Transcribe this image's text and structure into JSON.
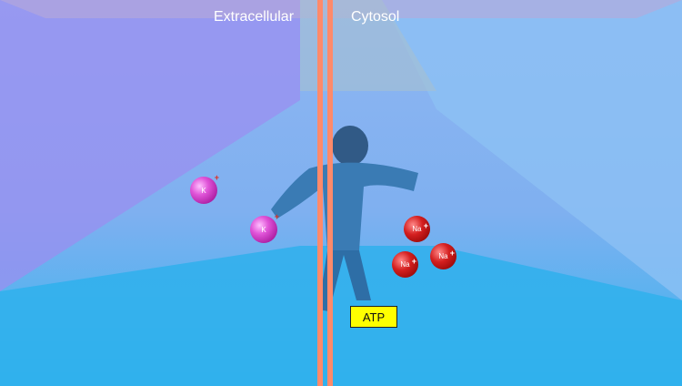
{
  "labels": {
    "extracellular": "Extracellular",
    "cytosol": "Cytosol"
  },
  "ions": {
    "potassium": [
      {
        "symbol": "K",
        "charge": "+"
      },
      {
        "symbol": "K",
        "charge": "+"
      }
    ],
    "sodium": [
      {
        "symbol": "Na",
        "charge": "+"
      },
      {
        "symbol": "Na",
        "charge": "+"
      },
      {
        "symbol": "Na",
        "charge": "+"
      }
    ]
  },
  "atp_label": "ATP",
  "colors": {
    "membrane": "#ff8a6a",
    "potassium": "#d84fd0",
    "sodium": "#c81818",
    "atp_box": "#ffff00"
  }
}
